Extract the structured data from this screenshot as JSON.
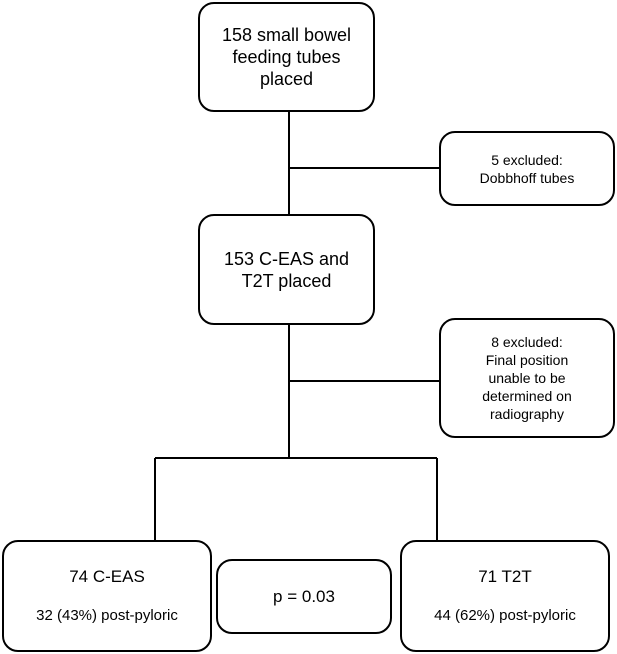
{
  "flowchart": {
    "start": {
      "text": "158 small bowel\nfeeding tubes\nplaced"
    },
    "exclusion_1": {
      "text": "5 excluded:\nDobbhoff tubes"
    },
    "placed": {
      "text": "153 C-EAS and\nT2T placed"
    },
    "exclusion_2": {
      "text": "8 excluded:\nFinal position\nunable to be\ndetermined on\nradiography"
    },
    "group_ceas": {
      "title": "74 C-EAS",
      "detail": "32 (43%) post-pyloric"
    },
    "comparison": {
      "text": "p = 0.03"
    },
    "group_t2t": {
      "title": "71 T2T",
      "detail": "44 (62%) post-pyloric"
    }
  }
}
